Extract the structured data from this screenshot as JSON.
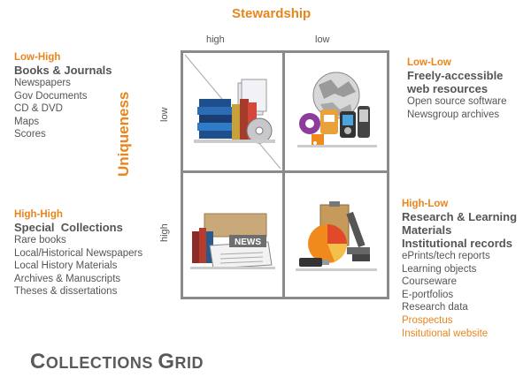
{
  "axes": {
    "top_title": "Stewardship",
    "top_high": "high",
    "top_low": "low",
    "side_title": "Uniqueness",
    "side_low": "low",
    "side_high": "high"
  },
  "quadrants": {
    "top_left": {
      "label": "Low-High",
      "title": [
        "Books & Journals"
      ],
      "items": [
        "Newspapers",
        "Gov Documents",
        "CD & DVD",
        "Maps",
        "Scores"
      ]
    },
    "top_right": {
      "label": "Low-Low",
      "title": [
        "Freely-accessible",
        "web resources"
      ],
      "items": [
        "Open source software",
        "Newsgroup archives"
      ]
    },
    "bottom_left": {
      "label": "High-High",
      "title": [
        "Special  Collections"
      ],
      "items": [
        "Rare books",
        "Local/Historical Newspapers",
        "Local History Materials",
        "Archives & Manuscripts",
        "Theses & dissertations"
      ]
    },
    "bottom_right": {
      "label": "High-Low",
      "title": [
        "Research & Learning",
        "Materials",
        "Institutional records"
      ],
      "items": [
        "ePrints/tech reports",
        "Learning objects",
        "Courseware",
        "E-portfolios",
        "Research data"
      ],
      "highlight_items": [
        "Prospectus",
        "Insitutional website"
      ]
    }
  },
  "cell_images": {
    "top_left": "books-cd-icon",
    "top_right": "wikipedia-media-icon",
    "bottom_left": "newspapers-icon",
    "bottom_right": "research-lab-icon",
    "news_sign": "NEWS"
  },
  "footer": {
    "first_letter": "C",
    "rest1": "OLLECTIONS ",
    "second_letter": "G",
    "rest2": "RID"
  },
  "colors": {
    "accent": "#e8851c",
    "text": "#555555",
    "grid": "#8a8a8a"
  }
}
